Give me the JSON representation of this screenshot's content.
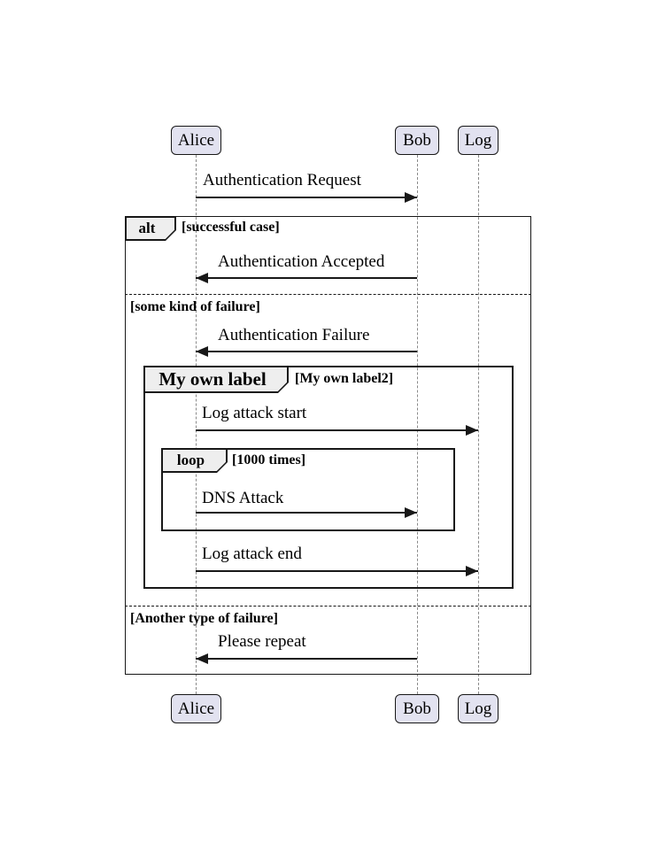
{
  "actors": [
    {
      "name": "Alice"
    },
    {
      "name": "Bob"
    },
    {
      "name": "Log"
    }
  ],
  "messages": [
    {
      "label": "Authentication Request",
      "from": "Alice",
      "to": "Bob"
    },
    {
      "label": "Authentication Accepted",
      "from": "Bob",
      "to": "Alice"
    },
    {
      "label": "Authentication Failure",
      "from": "Bob",
      "to": "Alice"
    },
    {
      "label": "Log attack start",
      "from": "Alice",
      "to": "Log"
    },
    {
      "label": "DNS Attack",
      "from": "Alice",
      "to": "Bob"
    },
    {
      "label": "Log attack end",
      "from": "Alice",
      "to": "Log"
    },
    {
      "label": "Please repeat",
      "from": "Bob",
      "to": "Alice"
    }
  ],
  "fragments": {
    "alt": {
      "operator": "alt",
      "condition": "[successful case]"
    },
    "alt_divider_1": {
      "condition": "[some kind of failure]"
    },
    "custom": {
      "operator": "My own label",
      "condition": "[My own label2]"
    },
    "loop": {
      "operator": "loop",
      "condition": "[1000 times]"
    },
    "alt_divider_2": {
      "condition": "[Another type of failure]"
    }
  },
  "colors": {
    "actor_fill": "#E2E2F0",
    "fragment_label_fill": "#EEEEEE",
    "line": "#181818",
    "lifeline": "#8a8a8a"
  }
}
